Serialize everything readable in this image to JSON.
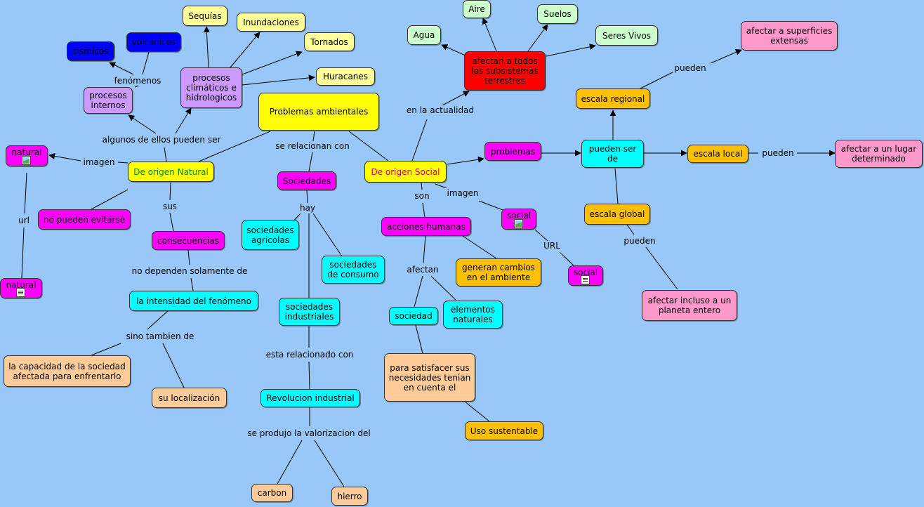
{
  "colors": {
    "background": "#99c8f8",
    "yellow": "#ffff00",
    "magenta": "#ff00ff",
    "cyan": "#00ffff",
    "orange": "#ffc000",
    "peach": "#ffcc99",
    "pink": "#ff99cc",
    "red": "#ff0000",
    "light_green": "#ccffcc",
    "light_yellow": "#ffff99",
    "lavender": "#cc99ff",
    "blue": "#0000ff"
  },
  "nodes": {
    "problemas_ambientales": "Problemas ambientales",
    "origen_natural": "De origen Natural",
    "origen_social": "De origen Social",
    "natural_imagen": "natural",
    "natural_url": "natural",
    "no_pueden_evitarse": "no pueden evitarse",
    "consecuencias": "consecuencias",
    "intensidad": "la intensidad del fenómeno",
    "capacidad": "la capacidad de la sociedad afectada para enfrentarlo",
    "localizacion": "su localización",
    "procesos_internos": "procesos internos",
    "procesos_climaticos": "procesos climáticos e hidrologicos",
    "sismicos": "sismicos",
    "volcanicos": "volcanicos",
    "sequias": "Sequías",
    "inundaciones": "Inundaciones",
    "tornados": "Tornados",
    "huracanes": "Huracanes",
    "sociedades": "Sociedades",
    "sociedades_agricolas": "sociedades agricolas",
    "sociedades_consumo": "sociedades de consumo",
    "sociedades_industriales": "sociedades industriales",
    "revolucion_industrial": "Revolucion industrial",
    "carbon": "carbon",
    "hierro": "hierro",
    "afectan_subsistemas": "afectan a todos los subsistemas terrestres",
    "agua": "Agua",
    "aire": "Aire",
    "suelos": "Suelos",
    "seres_vivos": "Seres Vivos",
    "acciones_humanas": "acciones humanas",
    "generan_cambios": "generan cambios en el ambiente",
    "sociedad": "sociedad",
    "elementos_naturales": "elementos naturales",
    "satisfacer": "para satisfacer sus necesidades tenian en cuenta el",
    "uso_sustentable": "Uso sustentable",
    "social_imagen": "social",
    "social_url": "social",
    "problemas": "problemas",
    "pueden_ser_de": "pueden ser de",
    "escala_regional": "escala regional",
    "escala_local": "escala local",
    "escala_global": "escala global",
    "superficies_extensas": "afectar a superficies extensas",
    "lugar_determinado": "afectar a un lugar determinado",
    "planeta_entero": "afectar incluso a un planeta entero"
  },
  "links": {
    "se_relacionan_con": "se relacionan con",
    "algunos_pueden_ser": "algunos de ellos pueden ser",
    "fenomenos": "fenómenos",
    "imagen_natural": "imagen",
    "url_natural": "url",
    "sus": "sus",
    "no_dependen": "no dependen solamente de",
    "sino_tambien": "sino tambien de",
    "hay": "hay",
    "esta_relacionado": "esta relacionado con",
    "se_produjo": "se produjo la valorizacion del",
    "en_la_actualidad": "en la actualidad",
    "son": "son",
    "imagen_social": "imagen",
    "url_social": "URL",
    "afectan": "afectan",
    "pueden_regional": "pueden",
    "pueden_local": "pueden",
    "pueden_global": "pueden"
  }
}
